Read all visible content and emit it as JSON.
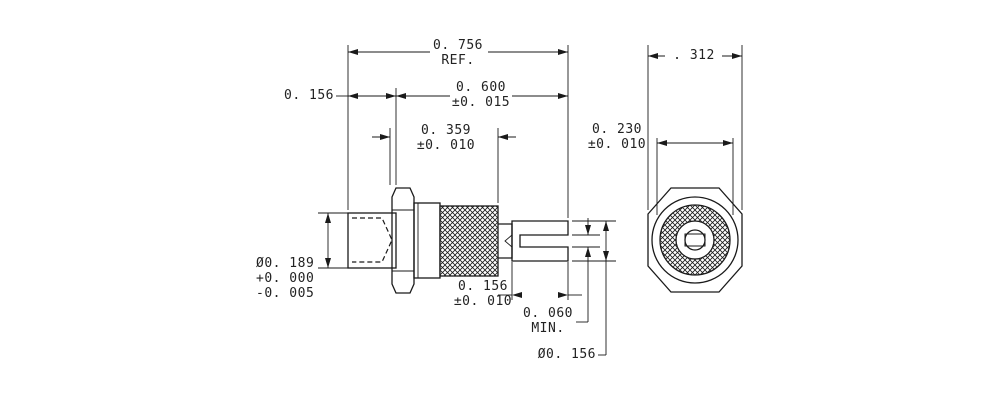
{
  "dimensions": {
    "overall_length": "0. 756",
    "overall_length_ref": "REF.",
    "flange_width": "0. 156",
    "body_length": "0. 600",
    "body_length_tol": "±0. 015",
    "knurl_length": "0. 359",
    "knurl_length_tol": "±0. 010",
    "shank_dia": "Ø0. 189",
    "shank_dia_tol_plus": "+0. 000",
    "shank_dia_tol_minus": "-0. 005",
    "slot_length": "0. 156",
    "slot_length_tol": "±0. 010",
    "slot_depth": "0. 060",
    "slot_depth_note": "MIN.",
    "pin_dia": "Ø0. 156",
    "hex_flats": ". 312",
    "bore_dia": "0. 230",
    "bore_dia_tol": "±0. 010"
  }
}
